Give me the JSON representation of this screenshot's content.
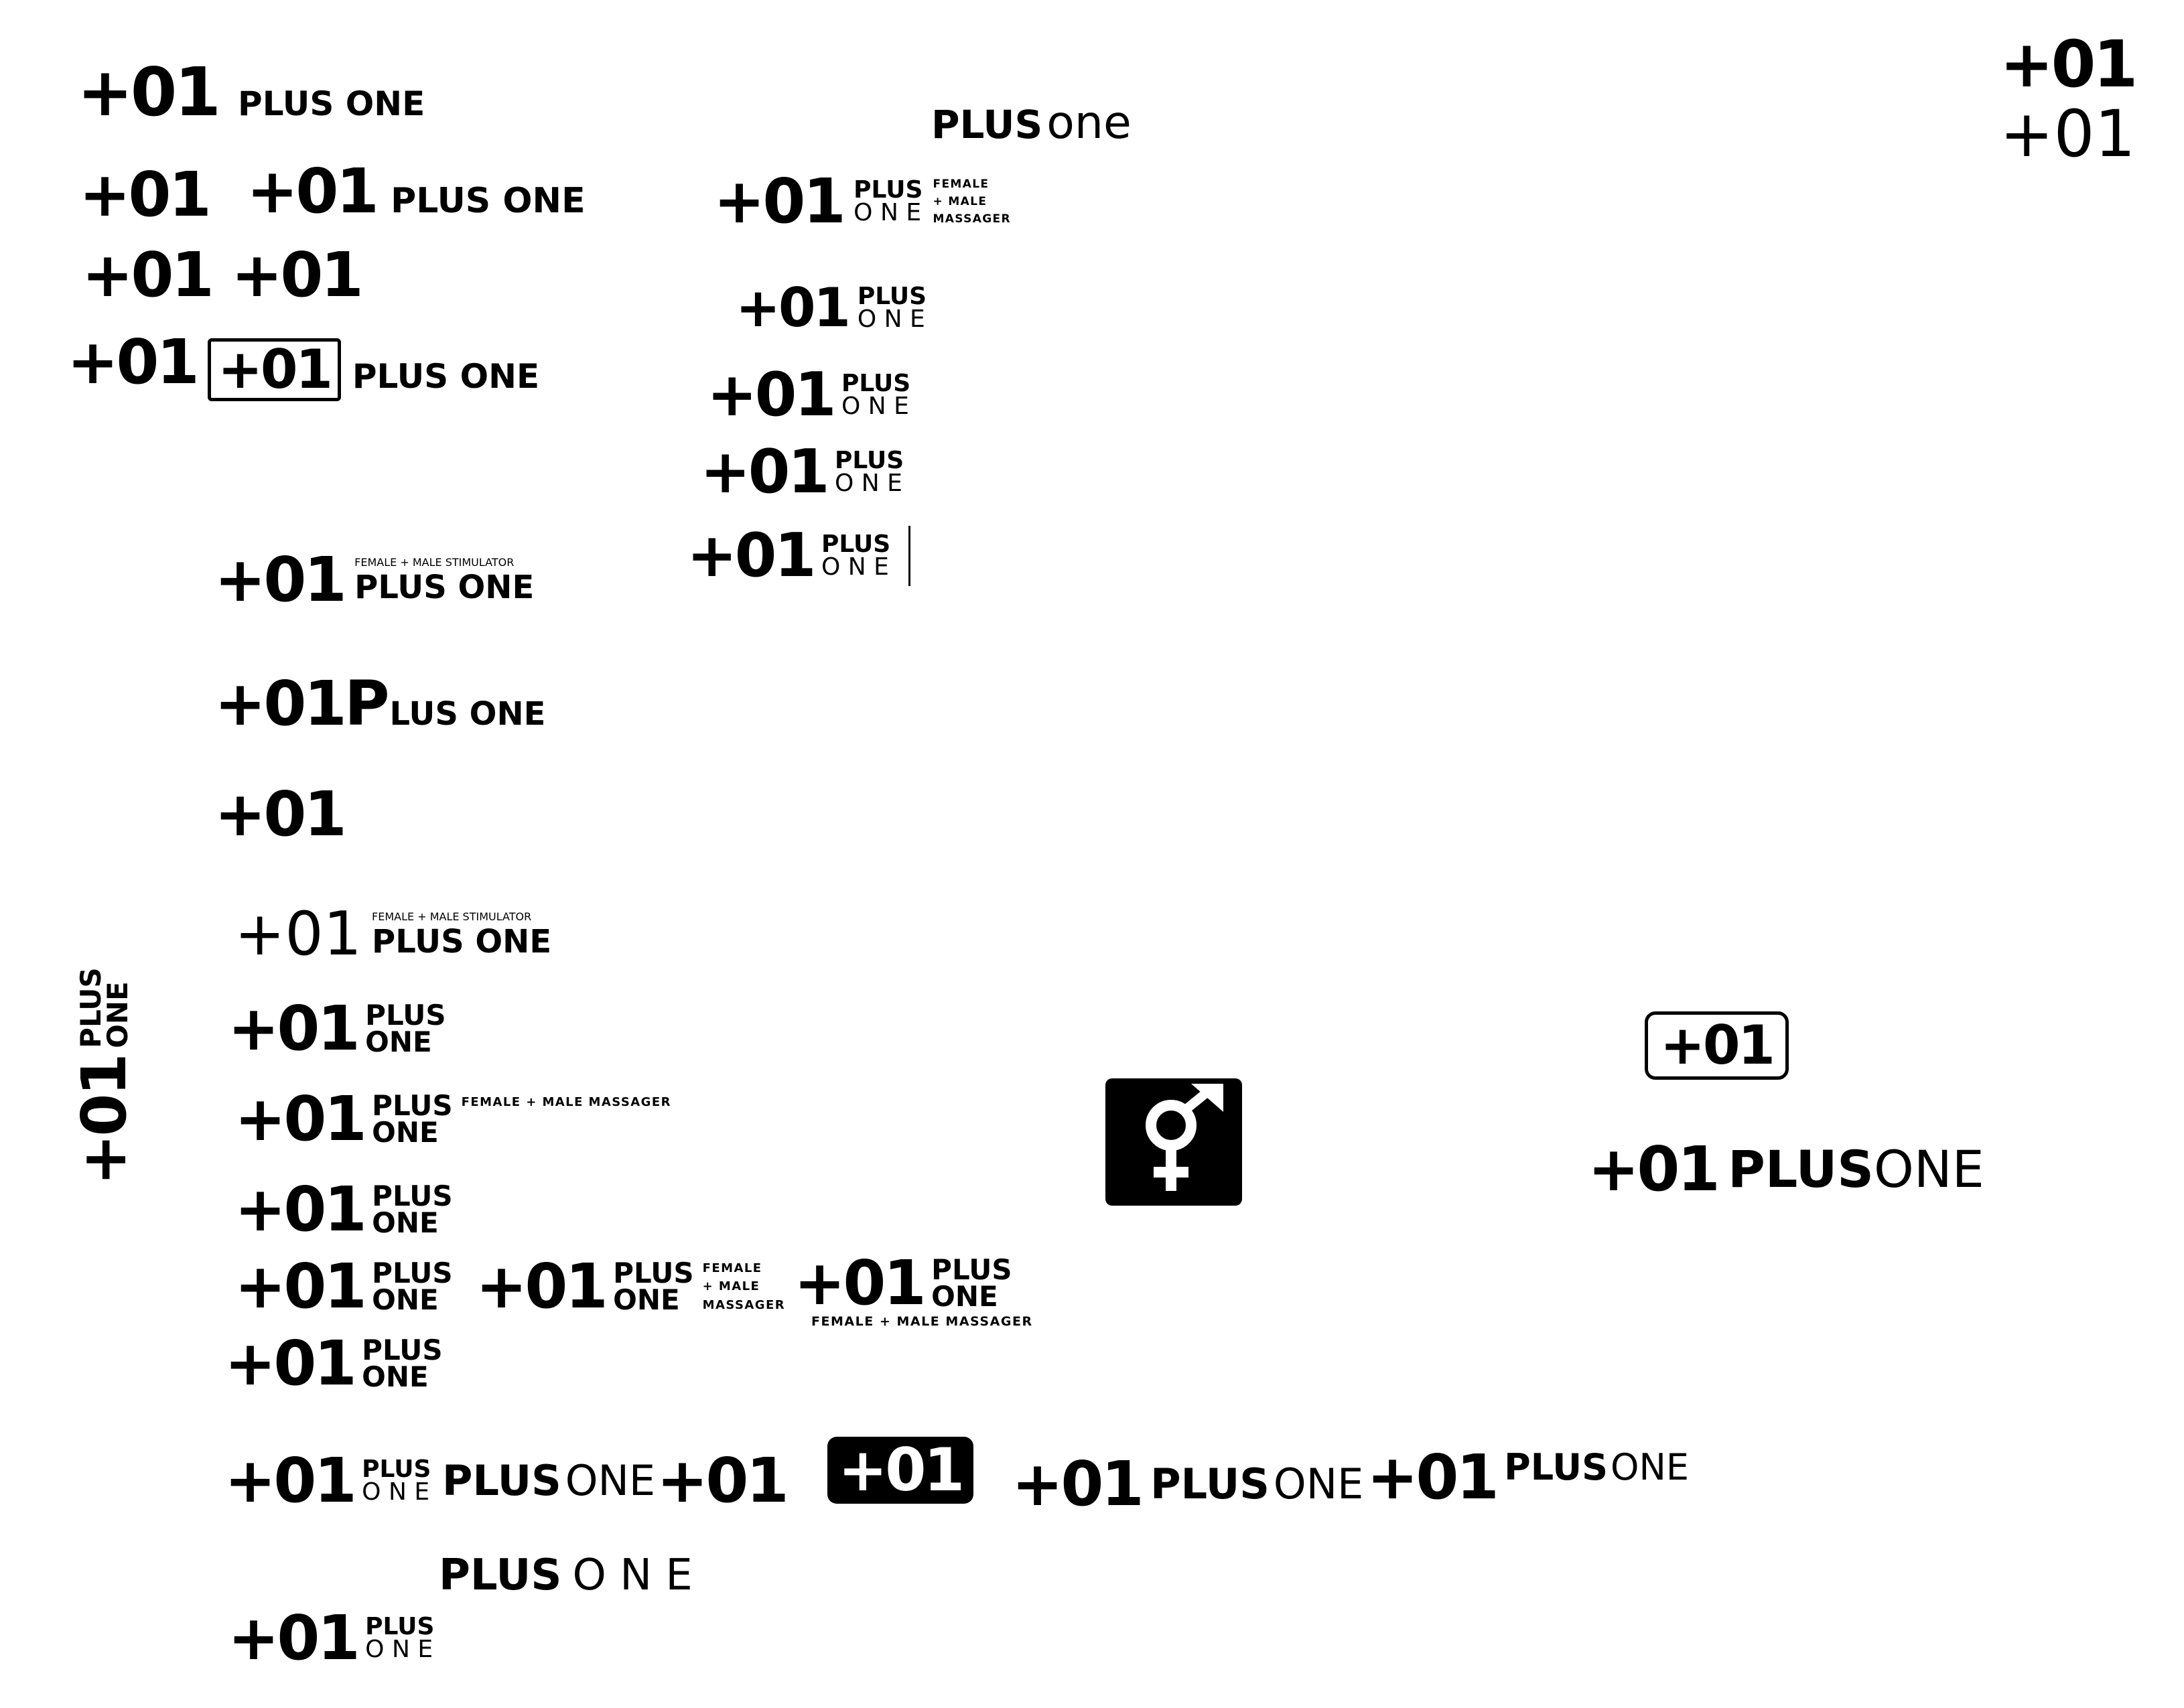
{
  "mark": "+01",
  "words": {
    "plus_one": "PLUS ONE",
    "plus": "PLUS",
    "one_lower": "one",
    "one": "ONE",
    "one_spaced": "O N E",
    "lus_one": "LUS ONE",
    "p": "P"
  },
  "taglines": {
    "stimulator": "FEMALE + MALE STIMULATOR",
    "massager": "FEMALE + MALE MASSAGER",
    "female": "FEMALE",
    "plus_male": "+ MALE",
    "massager_word": "MASSAGER"
  },
  "icons": {
    "gender_symbol": "female-male-symbol-icon"
  },
  "colors": {
    "ink": "#000000",
    "paper": "#ffffff"
  }
}
